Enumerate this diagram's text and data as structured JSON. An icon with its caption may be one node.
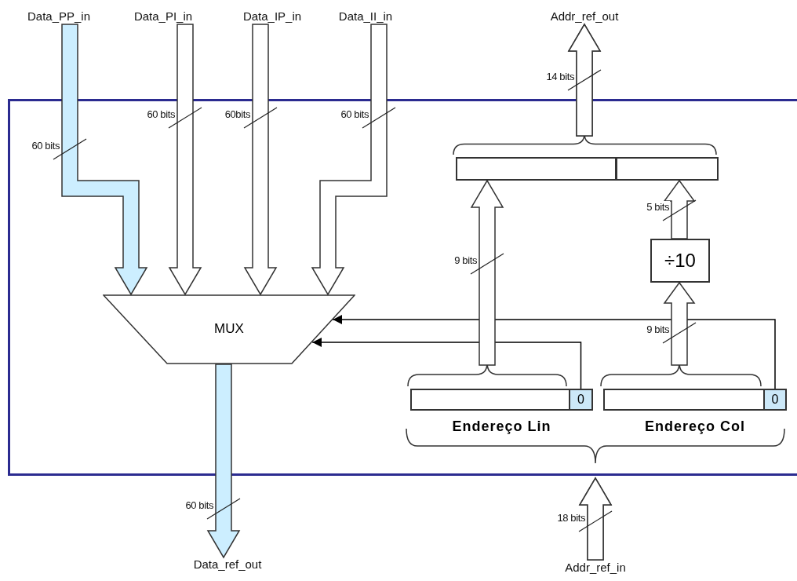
{
  "diagram": {
    "nodes": [
      {
        "text": [],
        "shape": "box"
      },
      {
        "text": [
          "Data_PP_in"
        ]
      },
      {
        "text": [
          "Data_PI_in"
        ]
      },
      {
        "text": [
          "Data_IP_in"
        ]
      },
      {
        "text": [
          "Data_II_in"
        ]
      },
      {
        "text": [
          "Addr_ref_out"
        ]
      },
      {
        "text": [
          "MUX"
        ],
        "in": 0
      },
      {
        "text": [],
        "shape": "box",
        "in": 0
      },
      {
        "text": [],
        "shape": "box",
        "in": 0
      },
      {
        "text": [
          "÷10"
        ],
        "in": 0
      },
      {
        "text": [
          "Endereço Lin"
        ],
        "in": 0
      },
      {
        "text": [
          "0"
        ],
        "in": 10
      },
      {
        "text": [
          "Endereço Col"
        ],
        "in": 0
      },
      {
        "text": [
          "0"
        ],
        "in": 12
      },
      {
        "text": [
          "Addr_ref_in"
        ]
      },
      {
        "text": [
          "Data_ref_out"
        ]
      }
    ],
    "edges": [
      {
        "from": 1,
        "to": 6,
        "arrow": "to",
        "label": "60 bits",
        "style": "thick",
        "color": "#cceeff"
      },
      {
        "from": 2,
        "to": 6,
        "arrow": "to",
        "label": "60 bits",
        "style": "thick"
      },
      {
        "from": 3,
        "to": 6,
        "arrow": "to",
        "label": "60bits",
        "style": "thick"
      },
      {
        "from": 4,
        "to": 6,
        "arrow": "to",
        "label": "60 bits",
        "style": "thick"
      },
      {
        "from": 6,
        "to": 15,
        "arrow": "to",
        "label": "60 bits",
        "style": "thick",
        "color": "#cceeff"
      },
      {
        "from": 7,
        "to": 5,
        "arrow": "to",
        "label": "14 bits",
        "style": "thick"
      },
      {
        "from": 8,
        "to": 5,
        "arrow": "to",
        "style": "thick"
      },
      {
        "from": 10,
        "to": 7,
        "arrow": "to",
        "label": "9 bits",
        "style": "thick"
      },
      {
        "from": 9,
        "to": 8,
        "arrow": "to",
        "label": "5 bits",
        "style": "thick"
      },
      {
        "from": 12,
        "to": 9,
        "arrow": "to",
        "label": "9 bits",
        "style": "thick"
      },
      {
        "from": 14,
        "to": 10,
        "arrow": "to",
        "label": "18 bits",
        "style": "thick"
      },
      {
        "from": 14,
        "to": 12,
        "arrow": "to",
        "style": "thick"
      },
      {
        "from": 11,
        "to": 6,
        "arrow": "to"
      },
      {
        "from": 13,
        "to": 6,
        "arrow": "to"
      }
    ]
  }
}
